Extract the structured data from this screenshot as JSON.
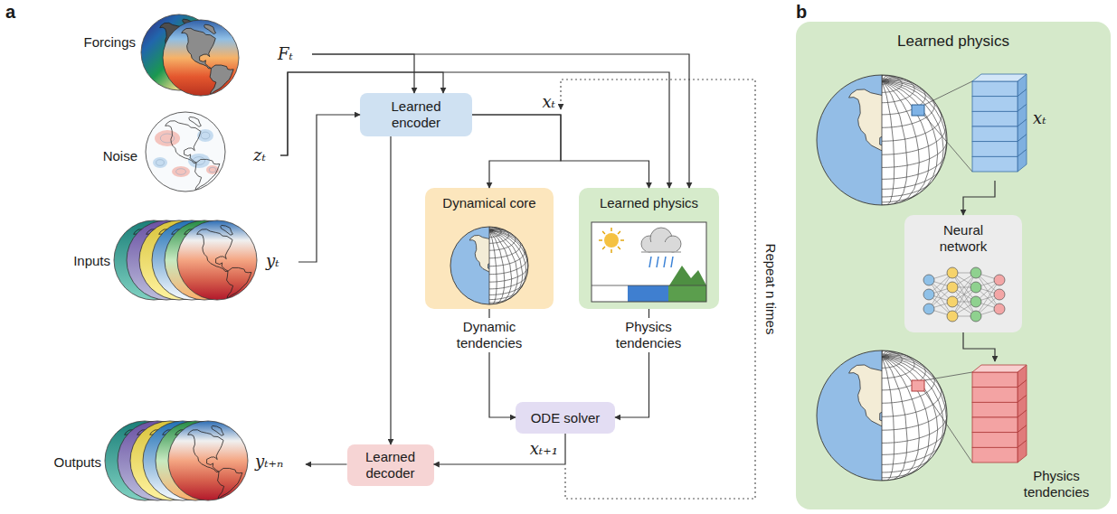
{
  "diagram": {
    "nodes": [
      {
        "text": [
          "Forcings",
          "Fₜ"
        ]
      },
      {
        "text": [
          "Noise",
          "zₜ"
        ]
      },
      {
        "text": [
          "Inputs",
          "yₜ"
        ]
      },
      {
        "text": [
          "Learned encoder"
        ]
      },
      {
        "text": [
          "Dynamical core"
        ]
      },
      {
        "text": [
          "Learned physics"
        ]
      },
      {
        "text": [
          "ODE solver"
        ]
      },
      {
        "text": [
          "Learned decoder"
        ]
      },
      {
        "text": [
          "Outputs",
          "yₜ₊ₙ"
        ]
      },
      {
        "text": [
          "Learned physics"
        ]
      },
      {
        "text": [
          "xₜ"
        ],
        "in": 9
      },
      {
        "text": [
          "Neural network"
        ],
        "in": 9
      },
      {
        "text": [
          "Physics tendencies"
        ],
        "in": 9
      }
    ],
    "edges": [
      {
        "from": 0,
        "to": 3,
        "arrow": "to"
      },
      {
        "from": 0,
        "to": 5,
        "arrow": "to"
      },
      {
        "from": 1,
        "to": 3,
        "arrow": "to"
      },
      {
        "from": 1,
        "to": 5,
        "arrow": "to"
      },
      {
        "from": 2,
        "to": 3,
        "arrow": "to"
      },
      {
        "from": 3,
        "to": 4,
        "arrow": "to"
      },
      {
        "from": 3,
        "to": 5,
        "arrow": "to"
      },
      {
        "from": 4,
        "to": 6,
        "label": "Dynamic tendencies",
        "arrow": "to"
      },
      {
        "from": 5,
        "to": 6,
        "label": "Physics tendencies",
        "arrow": "to"
      },
      {
        "from": 3,
        "to": 7,
        "arrow": "to"
      },
      {
        "from": 6,
        "to": 7,
        "arrow": "to"
      },
      {
        "from": 7,
        "to": 8,
        "arrow": "to"
      },
      {
        "from": 10,
        "to": 11,
        "arrow": "to"
      },
      {
        "from": 11,
        "to": 12,
        "arrow": "to"
      }
    ],
    "labels": [
      "a",
      "b",
      "xₜ",
      "xₜ₊₁",
      "Repeat n times"
    ]
  }
}
